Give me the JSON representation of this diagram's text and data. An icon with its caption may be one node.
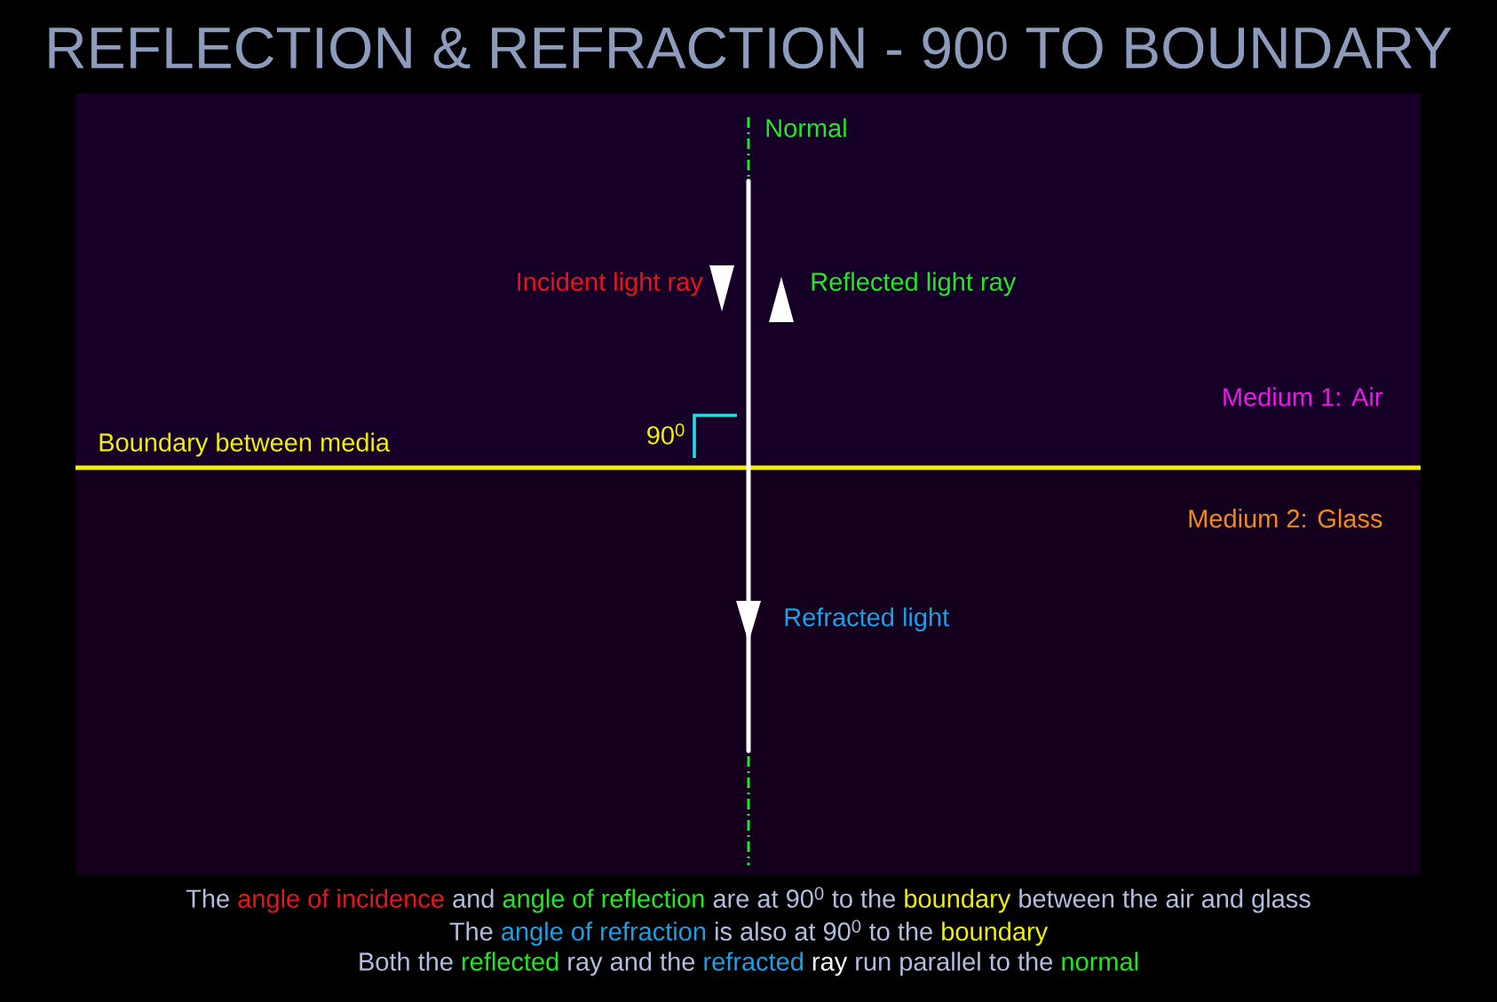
{
  "diagram": {
    "title": "REFLECTION & REFRACTION - 90$^{0}$ TO BOUNDARY",
    "nodes": [
      {
        "text": [
          "Medium 1: Air"
        ]
      },
      {
        "text": [
          "Medium 2: Glass"
        ]
      }
    ],
    "labels": [
      "Normal",
      "Incident light ray",
      "Reflected light ray",
      "90$^{0}$",
      "Boundary between media",
      "Refracted light",
      "The",
      "angle of incidence",
      "and",
      "angle of reflection",
      "are at 90$^{0}$ to the",
      "boundary",
      "between the air and glass",
      "The",
      "angle of refraction",
      "is also at 90$^{0}$ to the",
      "boundary",
      "Both the",
      "reflected",
      "ray and the",
      "refracted",
      "ray",
      "run parallel to the",
      "normal"
    ]
  }
}
